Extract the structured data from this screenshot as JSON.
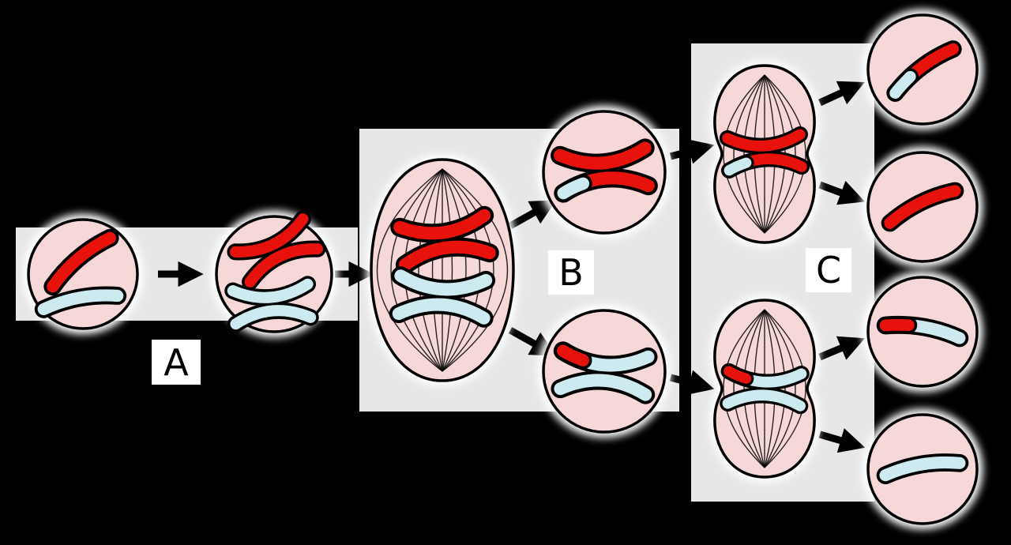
{
  "diagram": {
    "labels": {
      "a": "A",
      "b": "B",
      "c": "C"
    }
  },
  "colors": {
    "background": "#000000",
    "panel": "#e7e7e7",
    "cell-fill": "#f7d8d8",
    "cell-outline": "#000000",
    "glow": "#ffffff",
    "chromosome-red": "#e8120c",
    "chromosome-blue": "#cdeaf0",
    "arrow": "#000000",
    "label-bg": "#ffffff",
    "label-text": "#000000"
  }
}
